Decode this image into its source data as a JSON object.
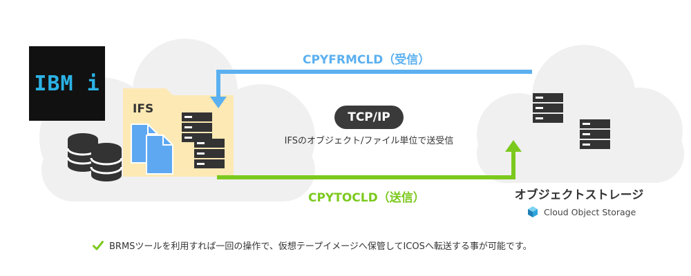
{
  "colors": {
    "receive": "#5bb0f0",
    "send": "#7cc91e",
    "cloud": "#f0f0f0",
    "folder": "#fde9b4",
    "dark": "#333333",
    "doc": "#5ea8f2",
    "check": "#7cc91e"
  },
  "ibm_logo": {
    "text": "IBM i"
  },
  "ifs": {
    "label": "IFS"
  },
  "transfer": {
    "protocol": "TCP/IP",
    "description": "IFSのオブジェクト/ファイル単位で送受信",
    "receive_label": "CPYFRMCLD（受信）",
    "send_label": "CPYTOCLD（送信）"
  },
  "storage": {
    "title": "オブジェクトストレージ",
    "service_name": "Cloud Object Storage",
    "service_icon": "cube-icon"
  },
  "footnote": {
    "icon": "checkmark-icon",
    "text": "BRMSツールを利用すれば一回の操作で、仮想テープイメージへ保管してICOSへ転送する事が可能です。"
  }
}
